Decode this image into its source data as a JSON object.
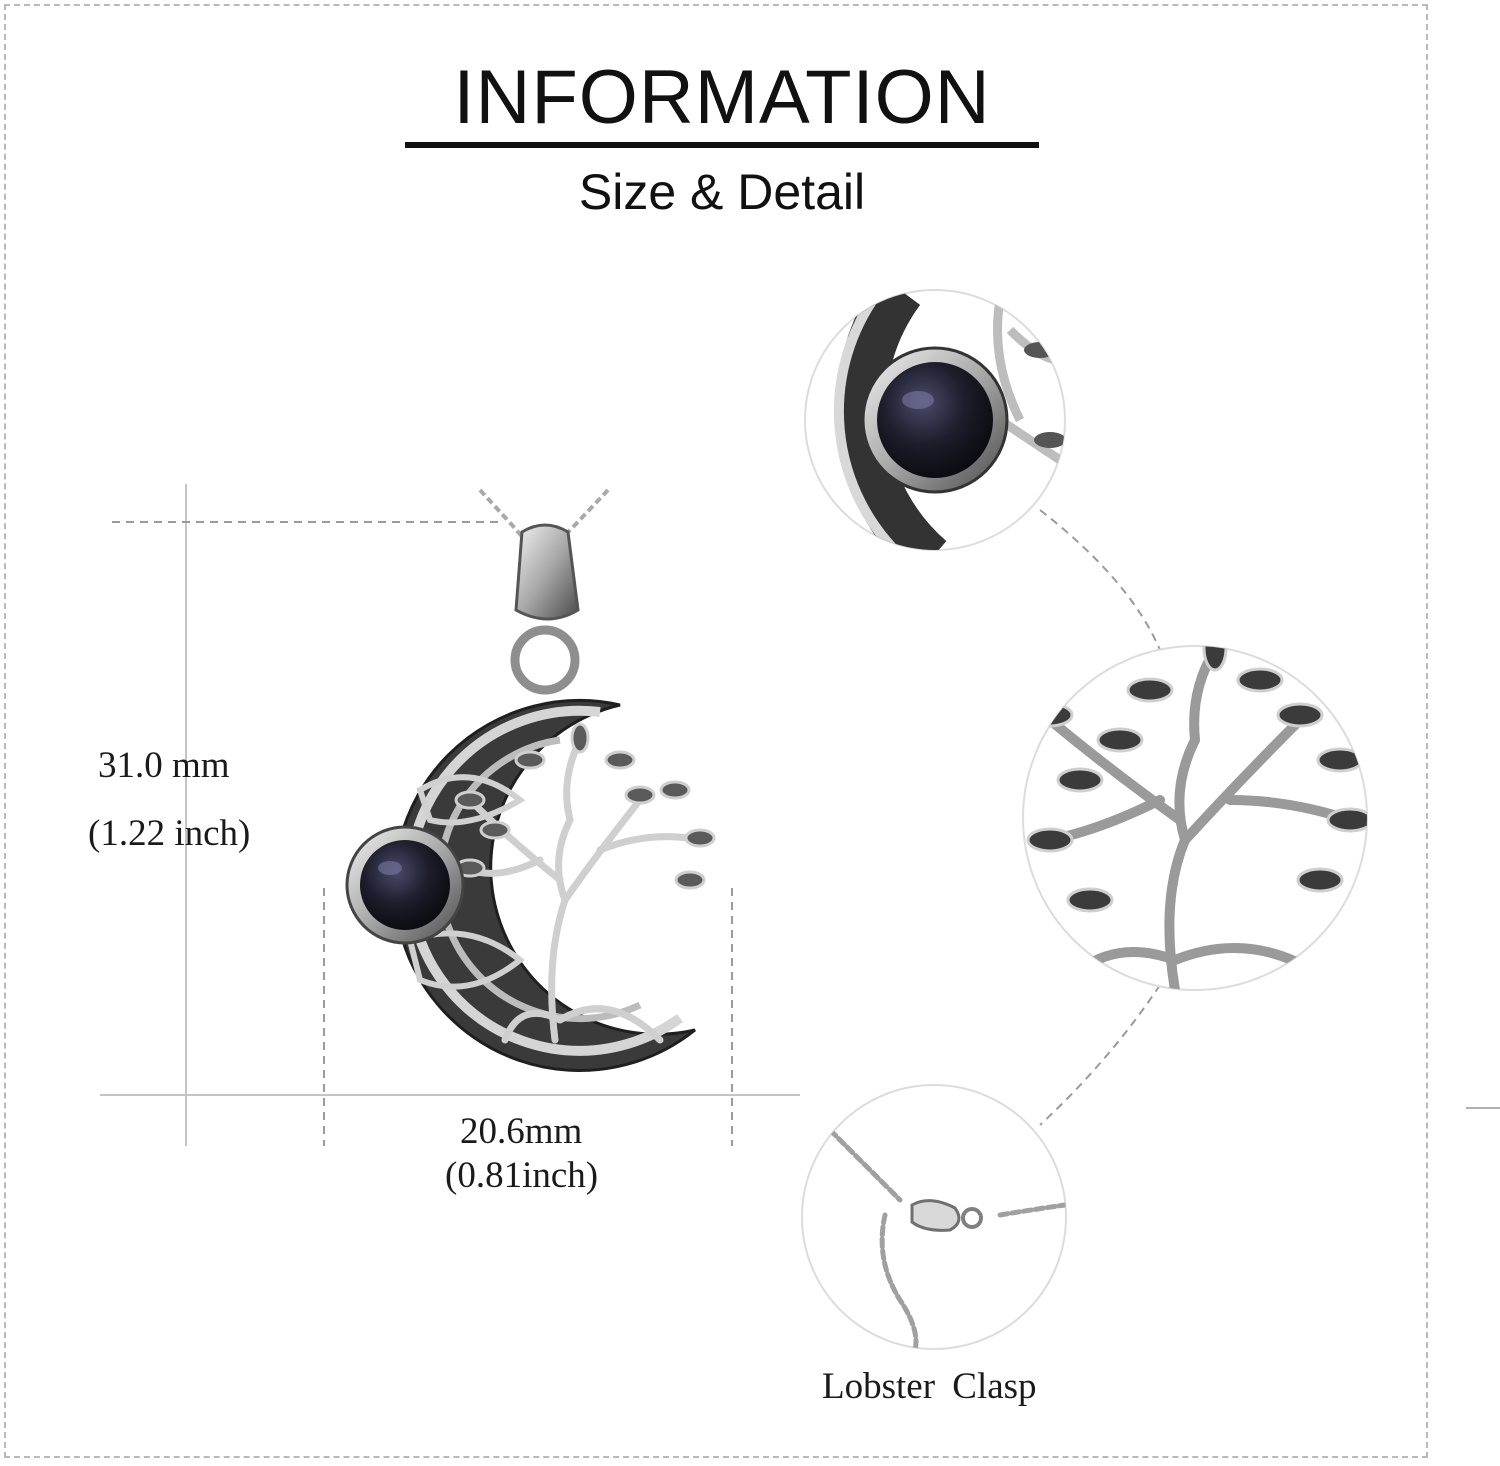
{
  "header": {
    "title": "INFORMATION",
    "subtitle": "Size & Detail"
  },
  "dimensions": {
    "height_mm": "31.0 mm",
    "height_inch": "(1.22 inch)",
    "width_mm": "20.6mm",
    "width_inch": "(0.81inch)"
  },
  "details": {
    "clasp_label": "Lobster  Clasp"
  },
  "colors": {
    "silver": "#c9c9c9",
    "dark_oxidized": "#2b2b2b",
    "stone": "#1c1c2a",
    "dashed_guides": "#9a9a9a"
  }
}
